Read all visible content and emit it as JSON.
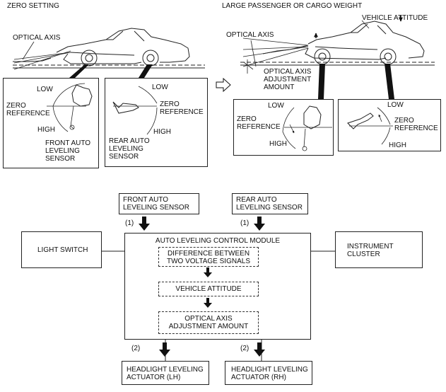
{
  "top": {
    "zero_setting": {
      "title": "ZERO SETTING",
      "optical_axis": "OPTICAL AXIS",
      "front_panel": {
        "low": "LOW",
        "zero_reference": "ZERO\nREFERENCE",
        "high": "HIGH",
        "sensor": "FRONT AUTO\nLEVELING\nSENSOR"
      },
      "rear_panel": {
        "low": "LOW",
        "zero_reference": "ZERO\nREFERENCE",
        "high": "HIGH",
        "sensor": "REAR AUTO\nLEVELING\nSENSOR"
      }
    },
    "loaded": {
      "title": "LARGE PASSENGER OR CARGO WEIGHT",
      "vehicle_attitude": "VEHICLE ATTITUDE",
      "optical_axis": "OPTICAL AXIS",
      "adjustment": "OPTICAL AXIS\nADJUSTMENT\nAMOUNT",
      "front_panel": {
        "low": "LOW",
        "zero_reference": "ZERO\nREFERENCE",
        "high": "HIGH"
      },
      "rear_panel": {
        "low": "LOW",
        "zero_reference": "ZERO\nREFERENCE",
        "high": "HIGH"
      }
    }
  },
  "flow": {
    "front_sensor": "FRONT AUTO\nLEVELING SENSOR",
    "rear_sensor": "REAR AUTO\nLEVELING SENSOR",
    "signal_front": "(1)",
    "signal_rear": "(1)",
    "module_title": "AUTO LEVELING CONTROL MODULE",
    "step1": "DIFFERENCE BETWEEN\nTWO VOLTAGE SIGNALS",
    "step2": "VEHICLE ATTITUDE",
    "step3": "OPTICAL AXIS\nADJUSTMENT AMOUNT",
    "light_switch": "LIGHT SWITCH",
    "instrument_cluster": "INSTRUMENT\nCLUSTER",
    "output_lh": "(2)",
    "output_rh": "(2)",
    "actuator_lh": "HEADLIGHT LEVELING\nACTUATOR (LH)",
    "actuator_rh": "HEADLIGHT LEVELING\nACTUATOR (RH)"
  }
}
